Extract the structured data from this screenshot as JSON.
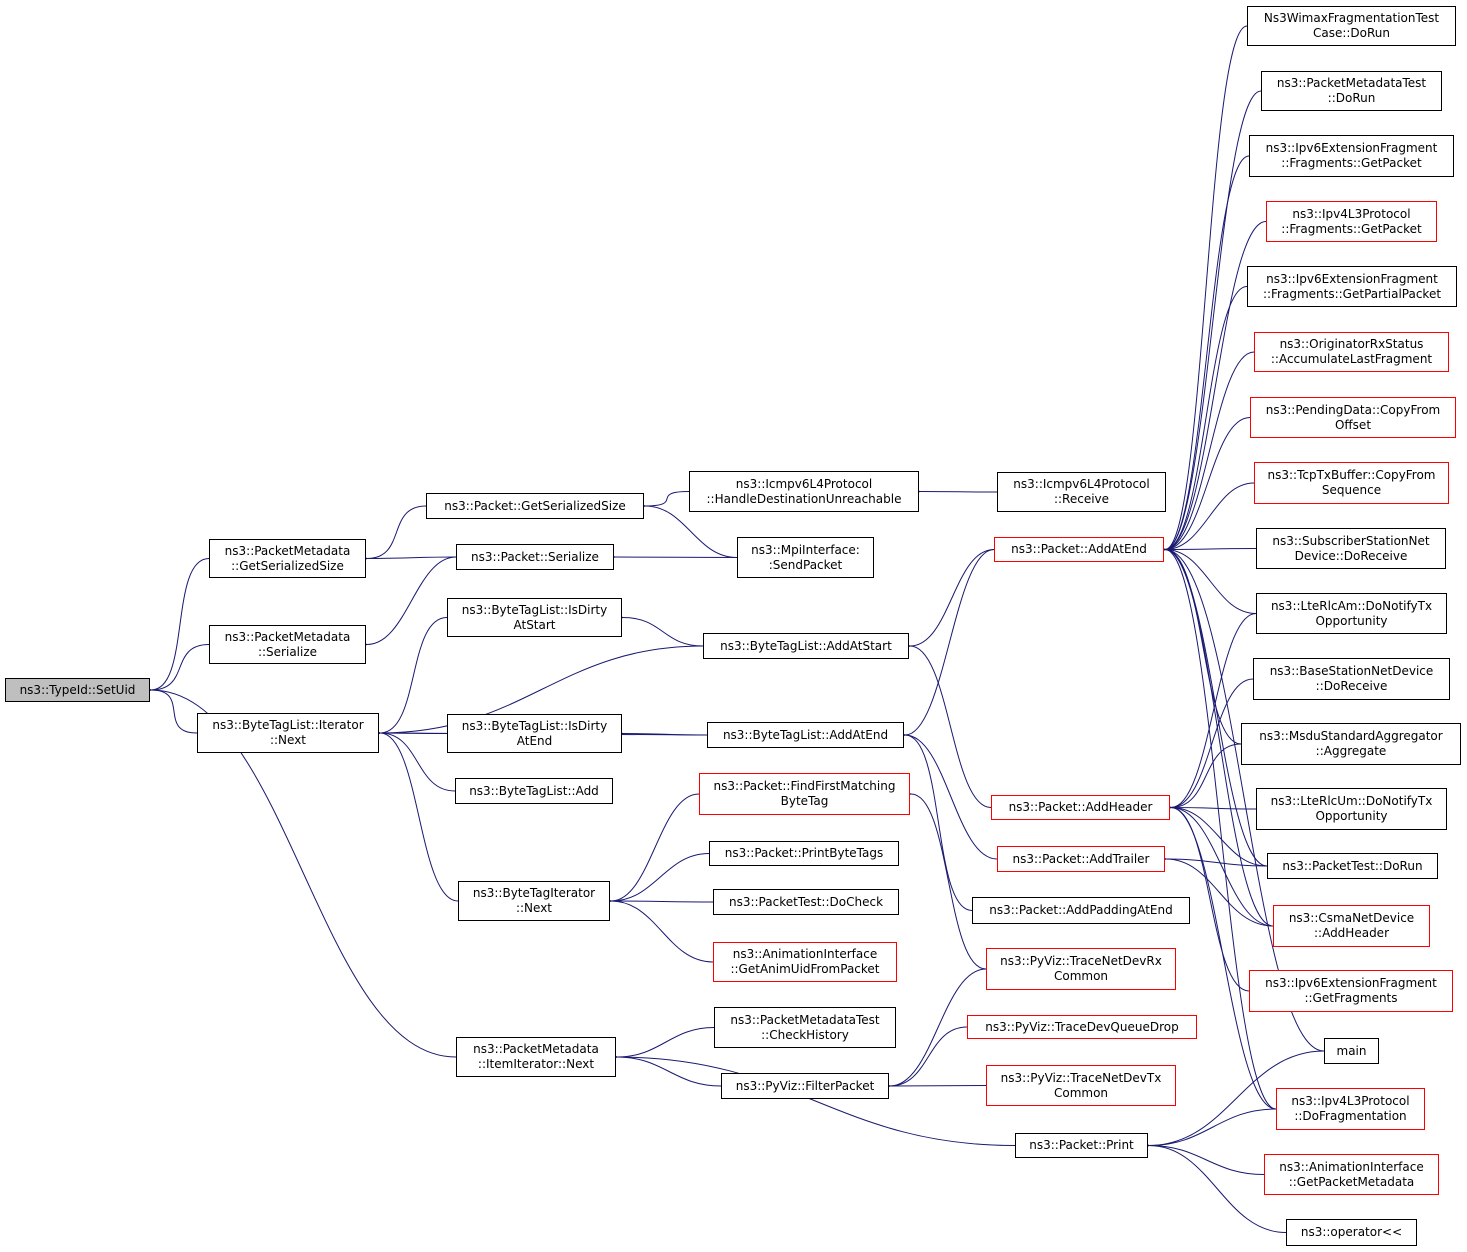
{
  "colors": {
    "edge": "#191970",
    "node_border": "#000000",
    "node_border_incomplete": "#ff0000",
    "root_fill": "#bfbfbf"
  },
  "nodes": [
    {
      "id": "setuid",
      "lines": [
        "ns3::TypeId::SetUid"
      ],
      "style": "root"
    },
    {
      "id": "pm_getser",
      "lines": [
        "ns3::PacketMetadata",
        "::GetSerializedSize"
      ],
      "style": "black"
    },
    {
      "id": "pm_ser",
      "lines": [
        "ns3::PacketMetadata",
        "::Serialize"
      ],
      "style": "black"
    },
    {
      "id": "btl_it_next",
      "lines": [
        "ns3::ByteTagList::Iterator",
        "::Next"
      ],
      "style": "black"
    },
    {
      "id": "bti_next",
      "lines": [
        "ns3::ByteTagIterator",
        "::Next"
      ],
      "style": "black"
    },
    {
      "id": "pm_ii_next",
      "lines": [
        "ns3::PacketMetadata",
        "::ItemIterator::Next"
      ],
      "style": "black"
    },
    {
      "id": "pkt_getser",
      "lines": [
        "ns3::Packet::GetSerializedSize"
      ],
      "style": "black"
    },
    {
      "id": "pkt_ser",
      "lines": [
        "ns3::Packet::Serialize"
      ],
      "style": "black"
    },
    {
      "id": "btl_dirty_start",
      "lines": [
        "ns3::ByteTagList::IsDirty",
        "AtStart"
      ],
      "style": "black"
    },
    {
      "id": "btl_dirty_end",
      "lines": [
        "ns3::ByteTagList::IsDirty",
        "AtEnd"
      ],
      "style": "black"
    },
    {
      "id": "btl_add",
      "lines": [
        "ns3::ByteTagList::Add"
      ],
      "style": "black"
    },
    {
      "id": "pkt_ffm",
      "lines": [
        "ns3::Packet::FindFirstMatching",
        "ByteTag"
      ],
      "style": "red"
    },
    {
      "id": "pkt_pbt",
      "lines": [
        "ns3::Packet::PrintByteTags"
      ],
      "style": "black"
    },
    {
      "id": "pt_docheck",
      "lines": [
        "ns3::PacketTest::DoCheck"
      ],
      "style": "black"
    },
    {
      "id": "ai_getuid",
      "lines": [
        "ns3::AnimationInterface",
        "::GetAnimUidFromPacket"
      ],
      "style": "red"
    },
    {
      "id": "pmt_check",
      "lines": [
        "ns3::PacketMetadataTest",
        "::CheckHistory"
      ],
      "style": "black"
    },
    {
      "id": "pyviz_filter",
      "lines": [
        "ns3::PyViz::FilterPacket"
      ],
      "style": "black"
    },
    {
      "id": "icmp_hdu",
      "lines": [
        "ns3::Icmpv6L4Protocol",
        "::HandleDestinationUnreachable"
      ],
      "style": "black"
    },
    {
      "id": "mpi_send",
      "lines": [
        "ns3::MpiInterface:",
        ":SendPacket"
      ],
      "style": "black"
    },
    {
      "id": "btl_addstart",
      "lines": [
        "ns3::ByteTagList::AddAtStart"
      ],
      "style": "black"
    },
    {
      "id": "btl_addend",
      "lines": [
        "ns3::ByteTagList::AddAtEnd"
      ],
      "style": "black"
    },
    {
      "id": "icmp_recv",
      "lines": [
        "ns3::Icmpv6L4Protocol",
        "::Receive"
      ],
      "style": "black"
    },
    {
      "id": "pkt_addatend",
      "lines": [
        "ns3::Packet::AddAtEnd"
      ],
      "style": "red"
    },
    {
      "id": "pkt_addheader",
      "lines": [
        "ns3::Packet::AddHeader"
      ],
      "style": "red"
    },
    {
      "id": "pkt_addtrailer",
      "lines": [
        "ns3::Packet::AddTrailer"
      ],
      "style": "red"
    },
    {
      "id": "pkt_addpad",
      "lines": [
        "ns3::Packet::AddPaddingAtEnd"
      ],
      "style": "black"
    },
    {
      "id": "pyviz_rx",
      "lines": [
        "ns3::PyViz::TraceNetDevRx",
        "Common"
      ],
      "style": "red"
    },
    {
      "id": "pyviz_qdrop",
      "lines": [
        "ns3::PyViz::TraceDevQueueDrop"
      ],
      "style": "red"
    },
    {
      "id": "pyviz_tx",
      "lines": [
        "ns3::PyViz::TraceNetDevTx",
        "Common"
      ],
      "style": "red"
    },
    {
      "id": "pkt_print",
      "lines": [
        "ns3::Packet::Print"
      ],
      "style": "black"
    },
    {
      "id": "wimax_frag",
      "lines": [
        "Ns3WimaxFragmentationTest",
        "Case::DoRun"
      ],
      "style": "black"
    },
    {
      "id": "pmt_dorun",
      "lines": [
        "ns3::PacketMetadataTest",
        "::DoRun"
      ],
      "style": "black"
    },
    {
      "id": "ipv6frag_get",
      "lines": [
        "ns3::Ipv6ExtensionFragment",
        "::Fragments::GetPacket"
      ],
      "style": "black"
    },
    {
      "id": "ipv4frag_get",
      "lines": [
        "ns3::Ipv4L3Protocol",
        "::Fragments::GetPacket"
      ],
      "style": "red"
    },
    {
      "id": "ipv6frag_partial",
      "lines": [
        "ns3::Ipv6ExtensionFragment",
        "::Fragments::GetPartialPacket"
      ],
      "style": "black"
    },
    {
      "id": "orig_rx",
      "lines": [
        "ns3::OriginatorRxStatus",
        "::AccumulateLastFragment"
      ],
      "style": "red"
    },
    {
      "id": "pending_copy",
      "lines": [
        "ns3::PendingData::CopyFrom",
        "Offset"
      ],
      "style": "red"
    },
    {
      "id": "tcptx_copy",
      "lines": [
        "ns3::TcpTxBuffer::CopyFrom",
        "Sequence"
      ],
      "style": "red"
    },
    {
      "id": "ss_recv",
      "lines": [
        "ns3::SubscriberStationNet",
        "Device::DoReceive"
      ],
      "style": "black"
    },
    {
      "id": "lte_am",
      "lines": [
        "ns3::LteRlcAm::DoNotifyTx",
        "Opportunity"
      ],
      "style": "black"
    },
    {
      "id": "bs_recv",
      "lines": [
        "ns3::BaseStationNetDevice",
        "::DoReceive"
      ],
      "style": "black"
    },
    {
      "id": "msdu_agg",
      "lines": [
        "ns3::MsduStandardAggregator",
        "::Aggregate"
      ],
      "style": "black"
    },
    {
      "id": "lte_um",
      "lines": [
        "ns3::LteRlcUm::DoNotifyTx",
        "Opportunity"
      ],
      "style": "black"
    },
    {
      "id": "pt_dorun",
      "lines": [
        "ns3::PacketTest::DoRun"
      ],
      "style": "black"
    },
    {
      "id": "csma_addheader",
      "lines": [
        "ns3::CsmaNetDevice",
        "::AddHeader"
      ],
      "style": "red"
    },
    {
      "id": "ipv6frag_getfrags",
      "lines": [
        "ns3::Ipv6ExtensionFragment",
        "::GetFragments"
      ],
      "style": "red"
    },
    {
      "id": "main",
      "lines": [
        "main"
      ],
      "style": "black"
    },
    {
      "id": "ipv4_dofrag",
      "lines": [
        "ns3::Ipv4L3Protocol",
        "::DoFragmentation"
      ],
      "style": "red"
    },
    {
      "id": "ai_getmeta",
      "lines": [
        "ns3::AnimationInterface",
        "::GetPacketMetadata"
      ],
      "style": "red"
    },
    {
      "id": "op_ltlt",
      "lines": [
        "ns3::operator<<"
      ],
      "style": "black"
    }
  ],
  "edges": [
    {
      "from": "pm_getser",
      "to": "setuid"
    },
    {
      "from": "pm_ser",
      "to": "setuid"
    },
    {
      "from": "btl_it_next",
      "to": "setuid"
    },
    {
      "from": "pm_ii_next",
      "to": "setuid"
    },
    {
      "from": "pkt_getser",
      "to": "pm_getser"
    },
    {
      "from": "pkt_ser",
      "to": "pm_getser"
    },
    {
      "from": "pkt_ser",
      "to": "pm_ser"
    },
    {
      "from": "icmp_hdu",
      "to": "pkt_getser"
    },
    {
      "from": "mpi_send",
      "to": "pkt_getser"
    },
    {
      "from": "mpi_send",
      "to": "pkt_ser"
    },
    {
      "from": "icmp_recv",
      "to": "icmp_hdu"
    },
    {
      "from": "btl_dirty_start",
      "to": "btl_it_next"
    },
    {
      "from": "btl_addstart",
      "to": "btl_it_next"
    },
    {
      "from": "btl_dirty_end",
      "to": "btl_it_next"
    },
    {
      "from": "btl_add",
      "to": "btl_it_next"
    },
    {
      "from": "btl_addend",
      "to": "btl_it_next"
    },
    {
      "from": "bti_next",
      "to": "btl_it_next"
    },
    {
      "from": "btl_addstart",
      "to": "btl_dirty_start"
    },
    {
      "from": "btl_addend",
      "to": "btl_dirty_end"
    },
    {
      "from": "pkt_addatend",
      "to": "btl_addstart"
    },
    {
      "from": "pkt_addheader",
      "to": "btl_addstart"
    },
    {
      "from": "pkt_addatend",
      "to": "btl_addend"
    },
    {
      "from": "pkt_addtrailer",
      "to": "btl_addend"
    },
    {
      "from": "pkt_addpad",
      "to": "btl_addend"
    },
    {
      "from": "pkt_ffm",
      "to": "bti_next"
    },
    {
      "from": "pkt_pbt",
      "to": "bti_next"
    },
    {
      "from": "pt_docheck",
      "to": "bti_next"
    },
    {
      "from": "ai_getuid",
      "to": "bti_next"
    },
    {
      "from": "pyviz_rx",
      "to": "pkt_ffm"
    },
    {
      "from": "pmt_check",
      "to": "pm_ii_next"
    },
    {
      "from": "pyviz_filter",
      "to": "pm_ii_next"
    },
    {
      "from": "pkt_print",
      "to": "pm_ii_next"
    },
    {
      "from": "pyviz_rx",
      "to": "pyviz_filter"
    },
    {
      "from": "pyviz_qdrop",
      "to": "pyviz_filter"
    },
    {
      "from": "pyviz_tx",
      "to": "pyviz_filter"
    },
    {
      "from": "wimax_frag",
      "to": "pkt_addatend"
    },
    {
      "from": "pmt_dorun",
      "to": "pkt_addatend"
    },
    {
      "from": "ipv6frag_get",
      "to": "pkt_addatend"
    },
    {
      "from": "ipv4frag_get",
      "to": "pkt_addatend"
    },
    {
      "from": "ipv6frag_partial",
      "to": "pkt_addatend"
    },
    {
      "from": "orig_rx",
      "to": "pkt_addatend"
    },
    {
      "from": "pending_copy",
      "to": "pkt_addatend"
    },
    {
      "from": "tcptx_copy",
      "to": "pkt_addatend"
    },
    {
      "from": "ss_recv",
      "to": "pkt_addatend"
    },
    {
      "from": "lte_am",
      "to": "pkt_addatend"
    },
    {
      "from": "msdu_agg",
      "to": "pkt_addatend"
    },
    {
      "from": "pt_dorun",
      "to": "pkt_addatend"
    },
    {
      "from": "main",
      "to": "pkt_addatend"
    },
    {
      "from": "ipv4_dofrag",
      "to": "pkt_addatend"
    },
    {
      "from": "csma_addheader",
      "to": "pkt_addatend"
    },
    {
      "from": "lte_am",
      "to": "pkt_addheader"
    },
    {
      "from": "bs_recv",
      "to": "pkt_addheader"
    },
    {
      "from": "msdu_agg",
      "to": "pkt_addheader"
    },
    {
      "from": "lte_um",
      "to": "pkt_addheader"
    },
    {
      "from": "pt_dorun",
      "to": "pkt_addheader"
    },
    {
      "from": "csma_addheader",
      "to": "pkt_addheader"
    },
    {
      "from": "ipv6frag_getfrags",
      "to": "pkt_addheader"
    },
    {
      "from": "ipv4_dofrag",
      "to": "pkt_addheader"
    },
    {
      "from": "pt_dorun",
      "to": "pkt_addtrailer"
    },
    {
      "from": "csma_addheader",
      "to": "pkt_addtrailer"
    },
    {
      "from": "main",
      "to": "pkt_print"
    },
    {
      "from": "ipv4_dofrag",
      "to": "pkt_print"
    },
    {
      "from": "ai_getmeta",
      "to": "pkt_print"
    },
    {
      "from": "op_ltlt",
      "to": "pkt_print"
    }
  ]
}
